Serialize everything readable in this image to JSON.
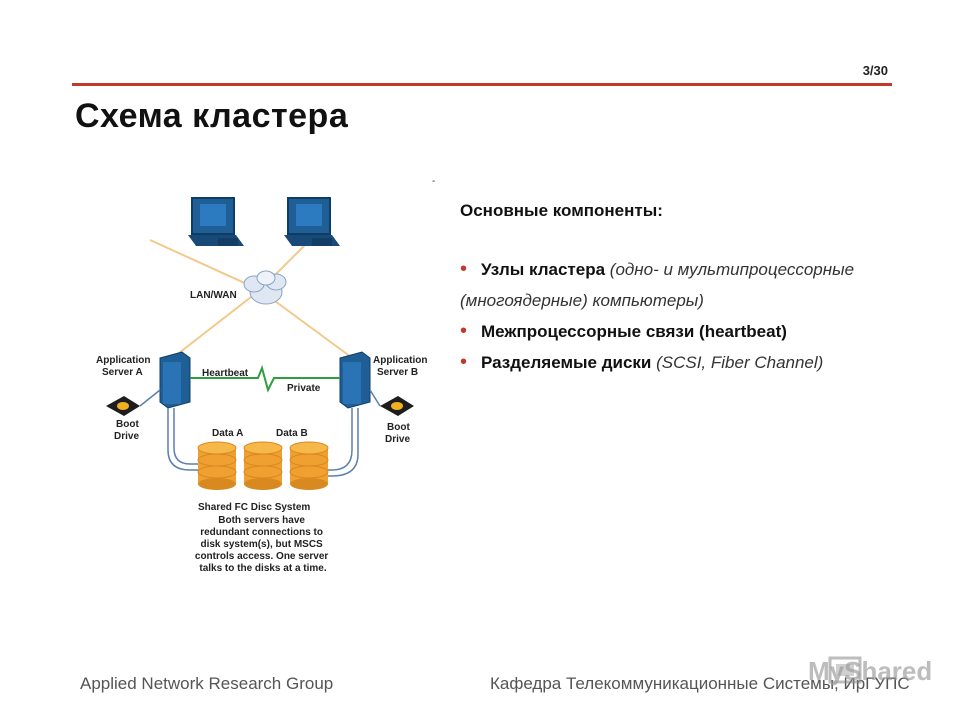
{
  "slide": {
    "page_number": "3/30",
    "title": "Схема кластера",
    "small_mark": "-"
  },
  "diagram": {
    "lan_label": "LAN/WAN",
    "app_server_a": [
      "Application",
      "Server A"
    ],
    "app_server_b": [
      "Application",
      "Server B"
    ],
    "heartbeat": "Heartbeat",
    "private": "Private",
    "boot_drive": [
      "Boot",
      "Drive"
    ],
    "data_a": "Data A",
    "data_b": "Data B",
    "disc_system_title": "Shared FC Disc System",
    "disc_system_desc": [
      "Both servers have",
      "redundant connections to",
      "disk system(s), but MSCS",
      "controls access.  One server",
      "talks to the disks at a time."
    ]
  },
  "content": {
    "heading": "Основные компоненты:",
    "bullets": [
      {
        "bold": "Узлы кластера",
        "italic": " (одно- и мультипроцессорные (многоядерные) компьютеры)"
      },
      {
        "bold": "Межпроцессорные связи (heartbeat)",
        "italic": ""
      },
      {
        "bold": "Разделяемые диски",
        "italic": " (SCSI, Fiber Channel)"
      }
    ]
  },
  "footer": {
    "left": "Applied Network Research Group",
    "right": "Кафедра Телекоммуникационные Системы, ИрГУПС"
  },
  "watermark": {
    "text": "MyShared"
  },
  "colors": {
    "accent": "#c0392b",
    "server_blue": "#1f5f95",
    "disk_orange": "#f0a030",
    "link_line": "#f3c98b",
    "heartbeat": "#2e9e3e"
  }
}
